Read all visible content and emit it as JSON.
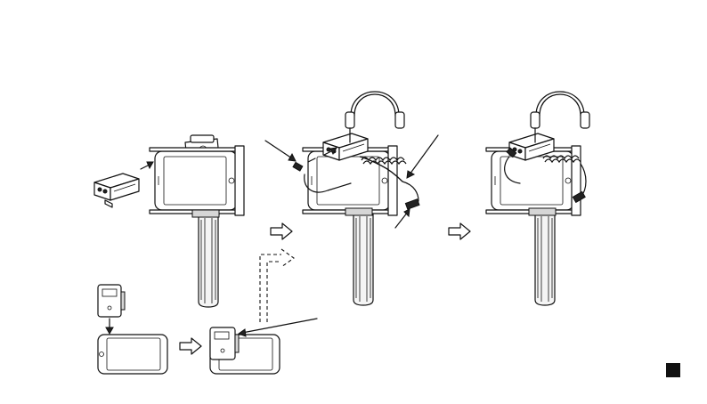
{
  "diagram": {
    "steps": [
      "gimbal-with-receiver",
      "connect-cable-and-headphones",
      "assembled-setup",
      "transmitter-on-phone"
    ],
    "marker_color": "#111111"
  }
}
